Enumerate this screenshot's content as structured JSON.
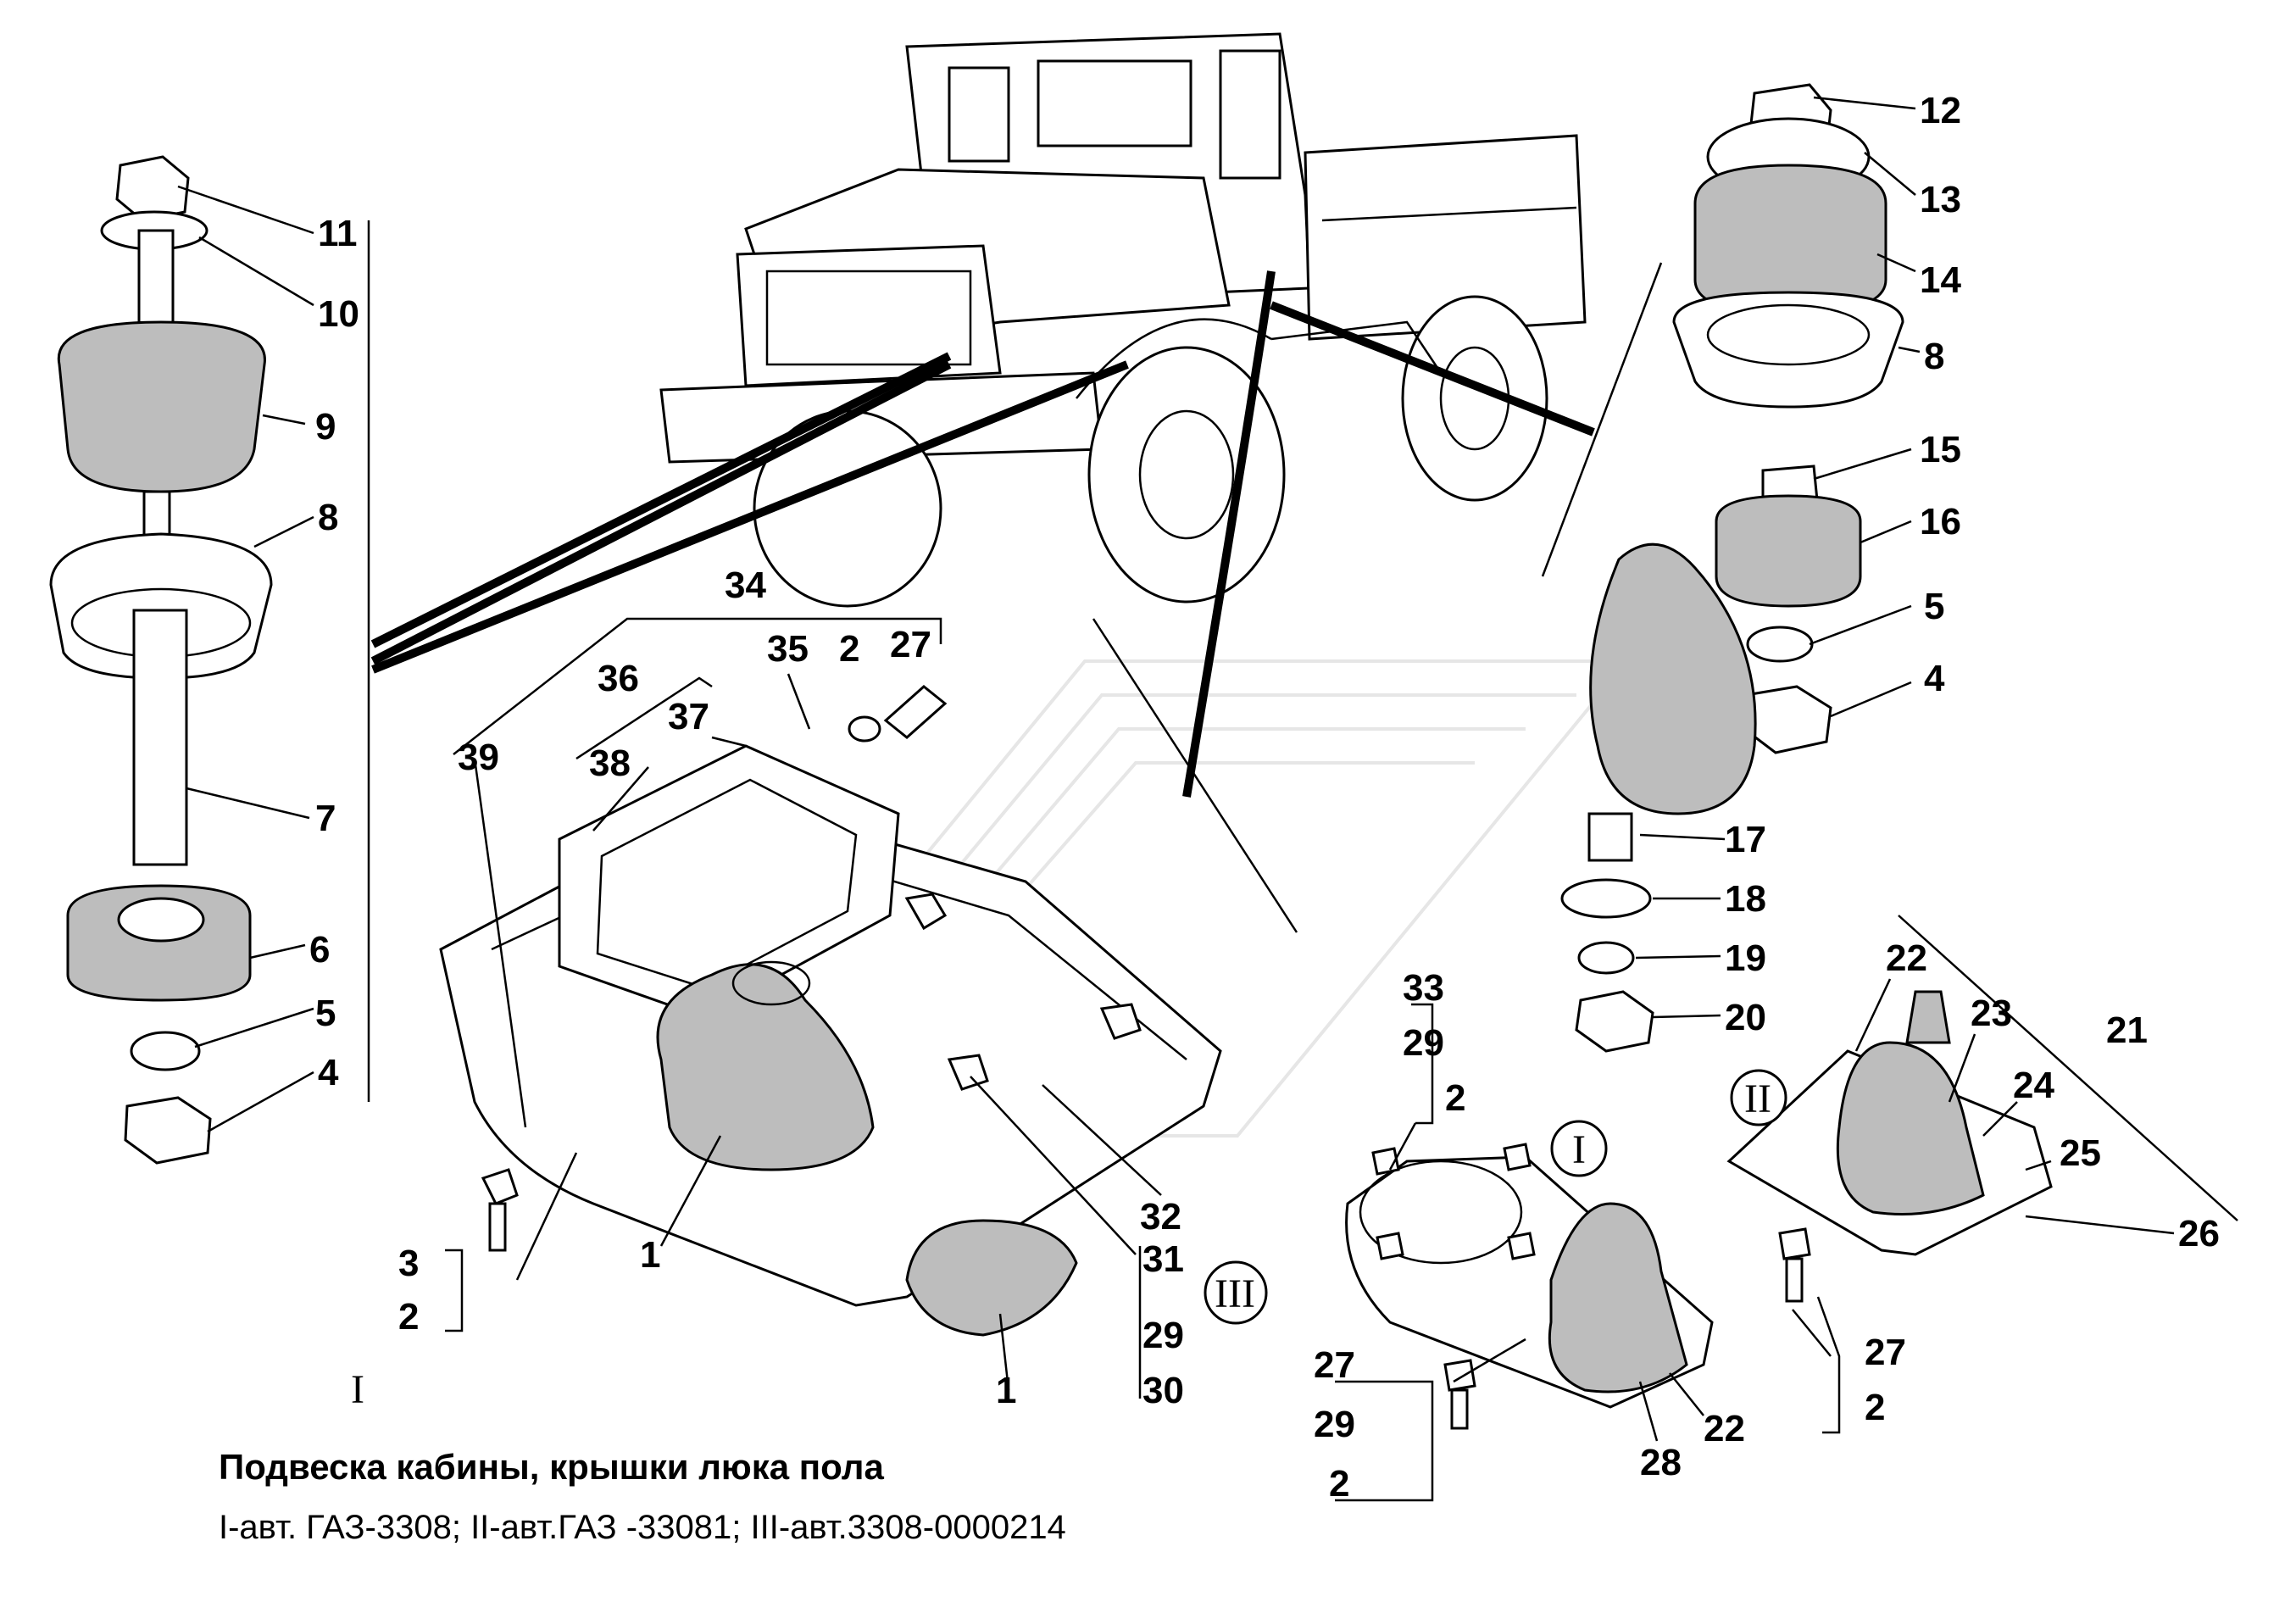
{
  "caption": {
    "title": "Подвеска кабины, крышки люка пола",
    "subtitle": "I-авт. ГАЗ-3308;  II-авт.ГАЗ -33081;  III-авт.3308-0000214"
  },
  "variants": {
    "left_assembly": "I",
    "cover_I": "I",
    "cover_II": "II",
    "cover_III": "III"
  },
  "callouts": {
    "c11": "11",
    "c10": "10",
    "c9": "9",
    "c8_left": "8",
    "c7": "7",
    "c6": "6",
    "c5_left": "5",
    "c4_left": "4",
    "c12": "12",
    "c13": "13",
    "c14": "14",
    "c8_right": "8",
    "c15": "15",
    "c16": "16",
    "c5_right": "5",
    "c4_right": "4",
    "c17": "17",
    "c18": "18",
    "c19": "19",
    "c20": "20",
    "c34": "34",
    "c35": "35",
    "c2_top": "2",
    "c27_top": "27",
    "c36": "36",
    "c37": "37",
    "c38": "38",
    "c39": "39",
    "c1_top": "1",
    "c1_bottom": "1",
    "c3": "3",
    "c2_left": "2",
    "c32": "32",
    "c31": "31",
    "c29_mid": "29",
    "c30": "30",
    "c33": "33",
    "c29_i": "29",
    "c2_i": "2",
    "c27_i": "27",
    "c29_i_bottom": "29",
    "c2_i_bottom": "2",
    "c28": "28",
    "c22_i": "22",
    "c22_ii": "22",
    "c23": "23",
    "c21": "21",
    "c24": "24",
    "c25": "25",
    "c26": "26",
    "c27_ii": "27",
    "c2_ii": "2"
  }
}
